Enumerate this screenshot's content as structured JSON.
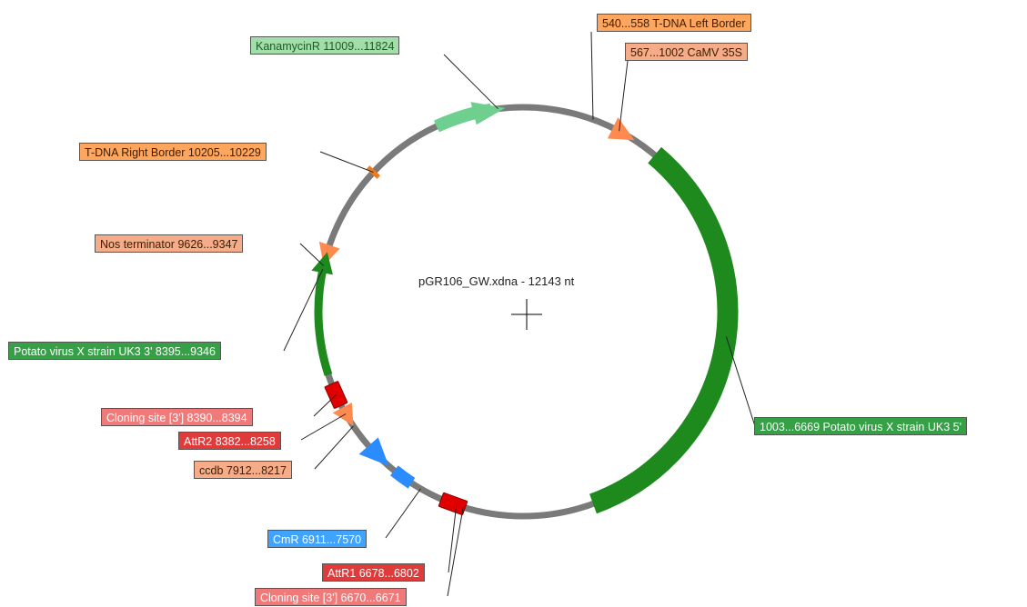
{
  "title": "pGR106_GW.xdna - 12143 nt",
  "colors": {
    "backbone": "#7a7a7a",
    "green_dark": "#1e8a1e",
    "green_light": "#6fcf8f",
    "orange": "#ff8a50",
    "orange_dark": "#ee7a1e",
    "red": "#e00000",
    "blue": "#2a8cff"
  },
  "features": [
    {
      "id": "kanamycin",
      "label": "KanamycinR  11009...11824",
      "color": "green_light",
      "label_bg": "#a2dea9",
      "label_fg": "#1c5a28",
      "kind": "arrow"
    },
    {
      "id": "tdna-left",
      "label": "540...558  T-DNA Left Border",
      "color": "orange",
      "label_bg": "#ffa65e",
      "label_fg": "#3a1e00",
      "kind": "tick"
    },
    {
      "id": "camv35s",
      "label": "567...1002  CaMV 35S",
      "color": "orange",
      "label_bg": "#f6ac88",
      "label_fg": "#3a1e00",
      "kind": "arrow"
    },
    {
      "id": "tdna-right",
      "label": "T-DNA Right Border  10205...10229",
      "color": "orange_dark",
      "label_bg": "#ffa65e",
      "label_fg": "#3a1e00",
      "kind": "tick"
    },
    {
      "id": "nos",
      "label": "Nos terminator  9626...9347",
      "color": "orange",
      "label_bg": "#f6ac88",
      "label_fg": "#3a1e00",
      "kind": "arrow"
    },
    {
      "id": "pvx3",
      "label": "Potato virus X strain UK3 3'  8395...9346",
      "color": "green_dark",
      "label_bg": "#35a045",
      "label_fg": "#ffffff",
      "kind": "arrow"
    },
    {
      "id": "pvx5",
      "label": "1003...6669  Potato virus X strain UK3 5'",
      "color": "green_dark",
      "label_bg": "#35a045",
      "label_fg": "#ffffff",
      "kind": "arrow"
    },
    {
      "id": "clone3",
      "label": "Cloning site [3']  8390...8394",
      "color": "red",
      "label_bg": "#f07a7a",
      "label_fg": "#ffffff",
      "kind": "block"
    },
    {
      "id": "attr2",
      "label": "AttR2  8382...8258",
      "color": "red",
      "label_bg": "#e03b3b",
      "label_fg": "#ffffff",
      "kind": "block"
    },
    {
      "id": "ccdb",
      "label": "ccdb  7912...8217",
      "color": "orange",
      "label_bg": "#f6ac88",
      "label_fg": "#3a1e00",
      "kind": "arrow"
    },
    {
      "id": "cmr",
      "label": "CmR  6911...7570",
      "color": "blue",
      "label_bg": "#40a4ff",
      "label_fg": "#ffffff",
      "kind": "arrow"
    },
    {
      "id": "attr1",
      "label": "AttR1  6678...6802",
      "color": "red",
      "label_bg": "#e03b3b",
      "label_fg": "#ffffff",
      "kind": "block"
    },
    {
      "id": "clone5",
      "label": "Cloning site [3']  6670...6671",
      "color": "red",
      "label_bg": "#f07a7a",
      "label_fg": "#ffffff",
      "kind": "block"
    }
  ]
}
